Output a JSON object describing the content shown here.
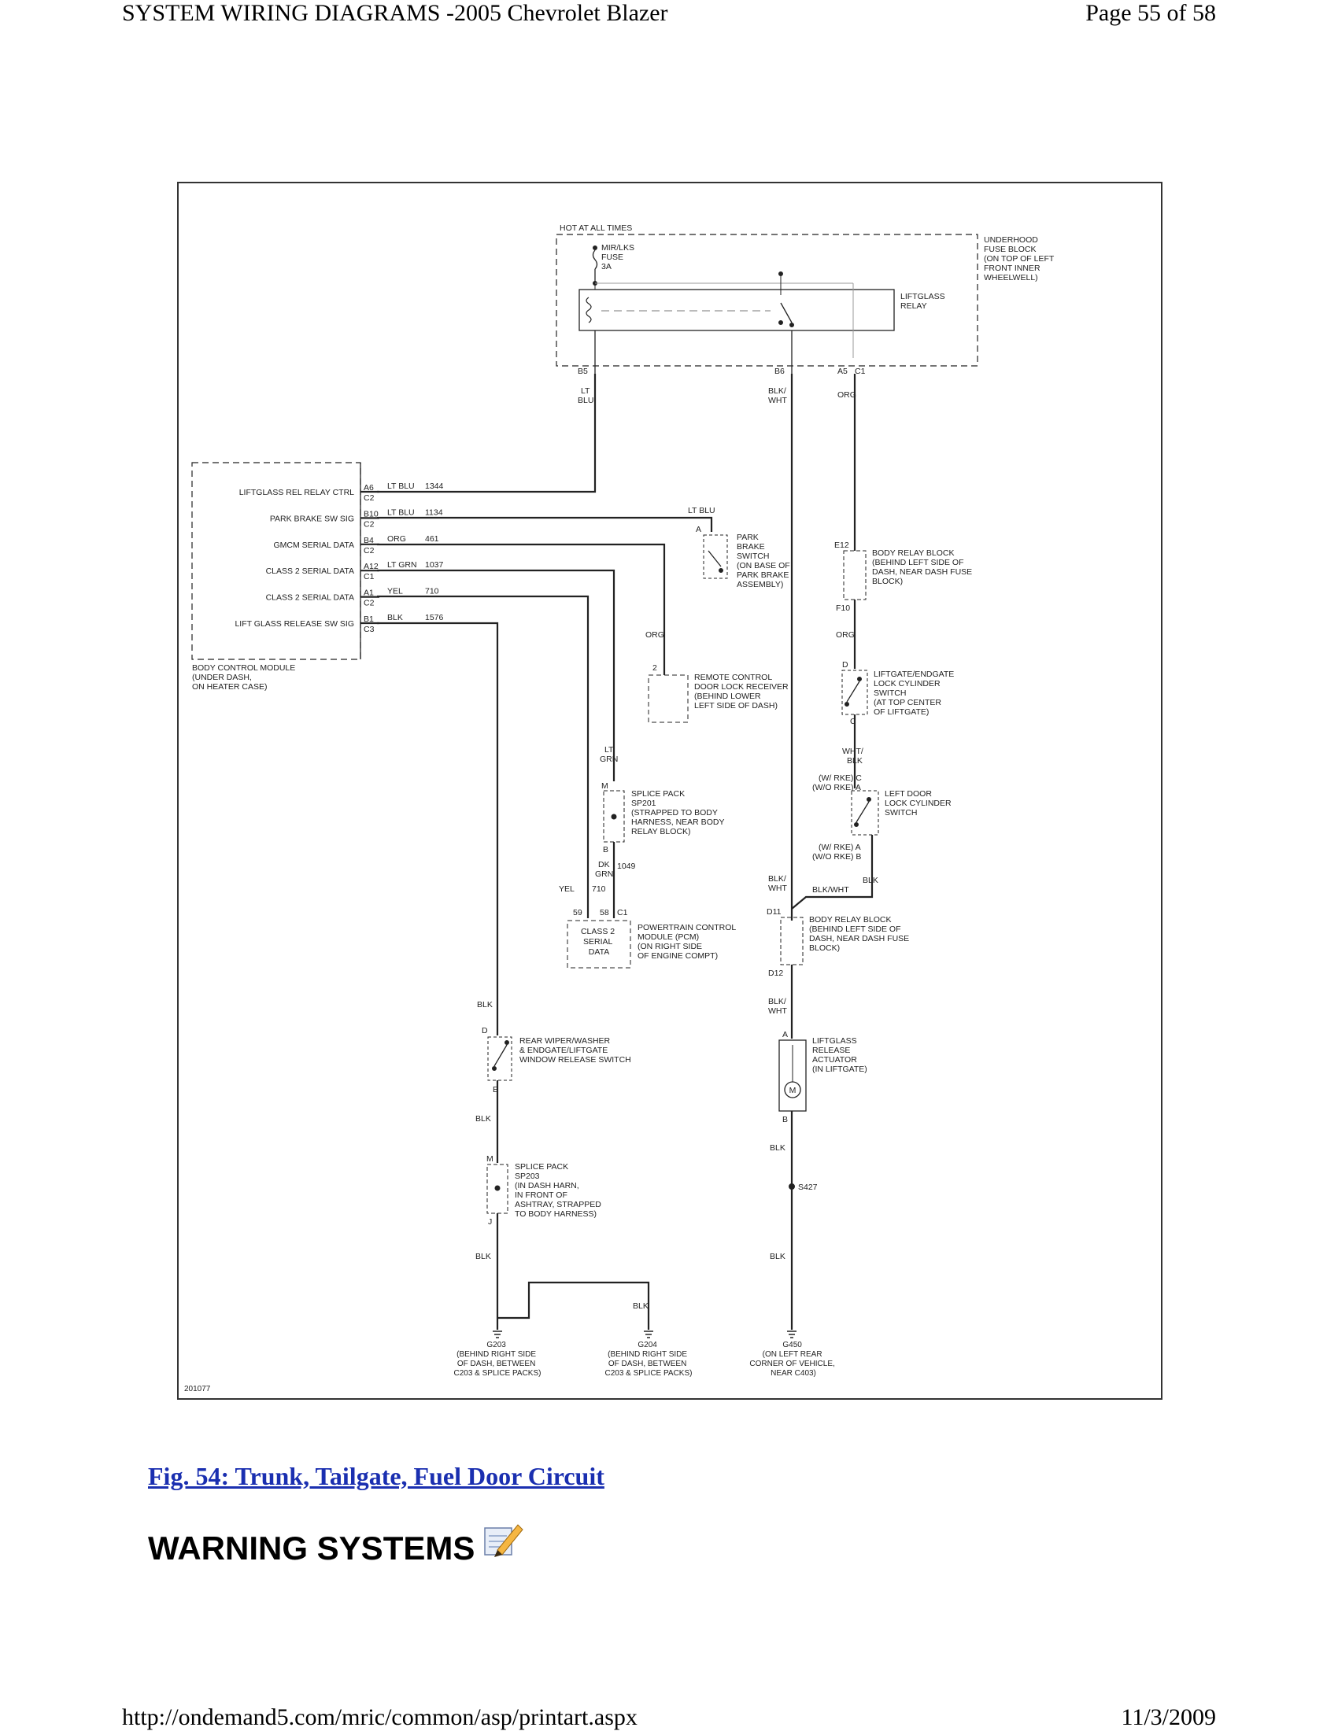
{
  "header": {
    "title": "SYSTEM WIRING DIAGRAMS -2005 Chevrolet Blazer",
    "page": "Page 55 of 58"
  },
  "footer": {
    "url": "http://ondemand5.com/mric/common/asp/printart.aspx",
    "date": "11/3/2009"
  },
  "figure": {
    "caption": "Fig. 54: Trunk, Tailgate, Fuel Door Circuit",
    "number": "201077"
  },
  "section": {
    "heading": "WARNING SYSTEMS",
    "icon": "note-pencil-icon"
  },
  "diagram": {
    "hot": "HOT AT ALL TIMES",
    "fuse": [
      "MIR/LKS",
      "FUSE",
      "3A"
    ],
    "underhood": [
      "UNDERHOOD",
      "FUSE BLOCK",
      "(ON TOP OF LEFT",
      "FRONT INNER",
      "WHEELWELL)"
    ],
    "relay": [
      "LIFTGLASS",
      "RELAY"
    ],
    "pins_top": {
      "b5": "B5",
      "b6": "B6",
      "a5": "A5",
      "c1": "C1"
    },
    "wire_ltblu": [
      "LT",
      "BLU"
    ],
    "wire_blkwht": [
      "BLK/",
      "WHT"
    ],
    "wire_org": "ORG",
    "bcm_lines": [
      {
        "label": "LIFTGLASS REL RELAY CTRL",
        "pin": "A6",
        "conn": "C2",
        "color": "LT BLU",
        "circuit": "1344"
      },
      {
        "label": "PARK BRAKE SW SIG",
        "pin": "B10",
        "conn": "C2",
        "color": "LT BLU",
        "circuit": "1134"
      },
      {
        "label": "GMCM SERIAL DATA",
        "pin": "B4",
        "conn": "C2",
        "color": "ORG",
        "circuit": "461"
      },
      {
        "label": "CLASS 2 SERIAL DATA",
        "pin": "A12",
        "conn": "C1",
        "color": "LT GRN",
        "circuit": "1037"
      },
      {
        "label": "CLASS 2 SERIAL DATA",
        "pin": "A1",
        "conn": "C2",
        "color": "YEL",
        "circuit": "710"
      },
      {
        "label": "LIFT GLASS RELEASE SW SIG",
        "pin": "B1",
        "conn": "C3",
        "color": "BLK",
        "circuit": "1576"
      }
    ],
    "bcm": [
      "BODY CONTROL MODULE",
      "(UNDER DASH,",
      "ON HEATER CASE)"
    ],
    "park_brake": [
      "PARK",
      "BRAKE",
      "SWITCH",
      "(ON BASE OF",
      "PARK BRAKE",
      "ASSEMBLY)"
    ],
    "park_wire": "LT BLU",
    "pin_a": "A",
    "remote": [
      "REMOTE CONTROL",
      "DOOR LOCK RECEIVER",
      "(BEHIND LOWER",
      "LEFT SIDE OF DASH)"
    ],
    "remote_pin": "2",
    "remote_wire": "ORG",
    "body_relay_top": [
      "BODY RELAY BLOCK",
      "(BEHIND LEFT SIDE OF",
      "DASH, NEAR DASH FUSE",
      "BLOCK)"
    ],
    "brb_pins": {
      "e12": "E12",
      "f10": "F10"
    },
    "liftgate_lock": [
      "LIFTGATE/ENDGATE",
      "LOCK CYLINDER",
      "SWITCH",
      "(AT TOP CENTER",
      "OF LIFTGATE)"
    ],
    "pins_dc": {
      "d": "D",
      "c": "C"
    },
    "wire_whtblk": [
      "WHT/",
      "BLK"
    ],
    "rke_top": [
      "(W/ RKE) C",
      "(W/O RKE) A"
    ],
    "left_door": [
      "LEFT DOOR",
      "LOCK CYLINDER",
      "SWITCH"
    ],
    "rke_bot": [
      "(W/ RKE) A",
      "(W/O RKE) B"
    ],
    "wire_blk": "BLK",
    "splice201": [
      "SPLICE PACK",
      "SP201",
      "(STRAPPED TO BODY",
      "HARNESS, NEAR BODY",
      "RELAY BLOCK)"
    ],
    "sp201_pins": {
      "m": "M",
      "b": "B"
    },
    "wire_ltgrn": [
      "LT",
      "GRN"
    ],
    "wire_dkgrn": [
      "DK",
      "GRN"
    ],
    "circuit_1049": "1049",
    "wire_yel": "YEL",
    "circuit_710": "710",
    "pcm_pins": {
      "p59": "59",
      "p58": "58",
      "c1": "C1"
    },
    "pcm_inner": [
      "CLASS 2",
      "SERIAL",
      "DATA"
    ],
    "pcm": [
      "POWERTRAIN CONTROL",
      "MODULE (PCM)",
      "(ON RIGHT SIDE",
      "OF ENGINE COMPT)"
    ],
    "body_relay_bot": [
      "BODY RELAY BLOCK",
      "(BEHIND LEFT SIDE OF",
      "DASH, NEAR DASH FUSE",
      "BLOCK)"
    ],
    "brb2_pins": {
      "d11": "D11",
      "d12": "D12"
    },
    "wire_blkwht2": "BLK/WHT",
    "rear_wiper": [
      "REAR WIPER/WASHER",
      "& ENDGATE/LIFTGATE",
      "WINDOW RELEASE SWITCH"
    ],
    "pins_de": {
      "d": "D",
      "e": "E"
    },
    "actuator": [
      "LIFTGLASS",
      "RELEASE",
      "ACTUATOR",
      "(IN LIFTGATE)"
    ],
    "act_pins": {
      "a": "A",
      "b": "B"
    },
    "motor": "M",
    "splice203": [
      "SPLICE PACK",
      "SP203",
      "(IN DASH HARN,",
      "IN FRONT OF",
      "ASHTRAY, STRAPPED",
      "TO BODY HARNESS)"
    ],
    "sp203_pins": {
      "m": "M",
      "j": "J"
    },
    "s427": "S427",
    "g203": [
      "G203",
      "(BEHIND RIGHT SIDE",
      "OF DASH, BETWEEN",
      "C203 & SPLICE PACKS)"
    ],
    "g204": [
      "G204",
      "(BEHIND RIGHT SIDE",
      "OF DASH, BETWEEN",
      "C203 & SPLICE PACKS)"
    ],
    "g450": [
      "G450",
      "(ON LEFT REAR",
      "CORNER OF VEHICLE,",
      "NEAR C403)"
    ]
  }
}
